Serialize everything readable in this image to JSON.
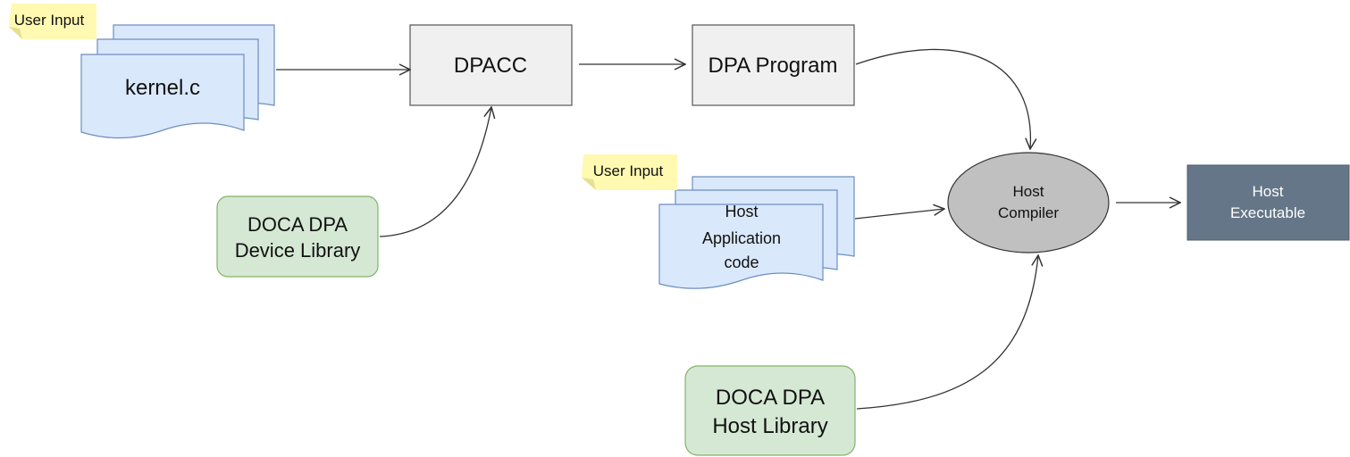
{
  "nodes": {
    "kernel": {
      "label": "kernel.c",
      "badge": "User Input"
    },
    "dpacc": {
      "label": "DPACC"
    },
    "dpa_program": {
      "label": "DPA Program"
    },
    "device_library": {
      "line1": "DOCA DPA",
      "line2": "Device Library"
    },
    "host_app": {
      "line1": "Host",
      "line2": "Application",
      "line3": "code",
      "badge": "User Input"
    },
    "host_compiler": {
      "line1": "Host",
      "line2": "Compiler"
    },
    "host_executable": {
      "line1": "Host",
      "line2": "Executable"
    },
    "host_library": {
      "line1": "DOCA DPA",
      "line2": "Host Library"
    }
  },
  "colors": {
    "document_fill": "#dae8fc",
    "document_stroke": "#6c8ebf",
    "process_fill": "#f0f0f0",
    "process_stroke": "#555555",
    "library_fill": "#d5e8d4",
    "library_stroke": "#82b366",
    "compiler_fill": "#c0c0c0",
    "executable_fill": "#647687",
    "note_fill": "#fff9b2",
    "edge": "#333333"
  }
}
